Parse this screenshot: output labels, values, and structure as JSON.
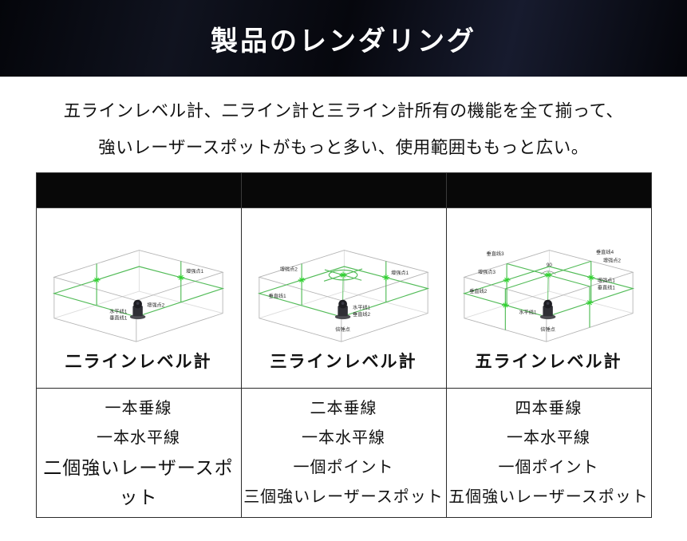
{
  "banner": {
    "title": "製品のレンダリング"
  },
  "intro": {
    "line1": "五ラインレベル計、二ライン計と三ライン計所有の機能を全て揃って、",
    "line2": "強いレーザースポットがもっと多い、使用範囲ももっと広い。"
  },
  "colors": {
    "banner_bg": "#0a0c16",
    "laser_green": "#49b84f",
    "spot_green": "#2fd32f",
    "table_border": "#2a2a2a",
    "header_bg": "#080808"
  },
  "table": {
    "columns": [
      {
        "name": "二ラインレベル計",
        "features": [
          "一本垂線",
          "一本水平線",
          "二個強いレーザースポット"
        ],
        "diagram_labels": [
          "水平线1",
          "垂直线1",
          "增强点1",
          "增强点2"
        ]
      },
      {
        "name": "三ラインレベル計",
        "features": [
          "二本垂線",
          "一本水平線",
          "一個ポイント",
          "三個強いレーザースポット"
        ],
        "diagram_labels": [
          "增强点2",
          "垂直线1",
          "水平线1",
          "垂直线2",
          "增强点1",
          "倍锤点"
        ]
      },
      {
        "name": "五ラインレベル計",
        "features": [
          "四本垂線",
          "一本水平線",
          "一個ポイント",
          "五個強いレーザースポット"
        ],
        "diagram_labels": [
          "垂直线3",
          "90",
          "垂直线4",
          "增强点2",
          "增强点3",
          "垂直线2",
          "增强点1",
          "垂直线1",
          "水平线1",
          "倍锤点"
        ]
      }
    ]
  }
}
